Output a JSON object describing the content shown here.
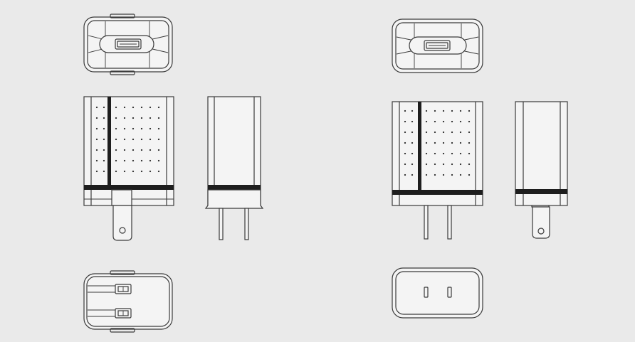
{
  "colors": {
    "background": "#eaeaea",
    "line": "#3a3a3a",
    "band": "#1e1e1e",
    "fill": "#f4f4f4"
  },
  "adapters": [
    {
      "name": "adapter-left",
      "views": [
        "top-view-usb-port",
        "front-view-folded-prongs",
        "side-view",
        "bottom-view-folded-prongs"
      ]
    },
    {
      "name": "adapter-right",
      "views": [
        "top-view-usb-port",
        "front-view-extended-prongs",
        "side-view",
        "bottom-view-outlet-face"
      ]
    }
  ]
}
